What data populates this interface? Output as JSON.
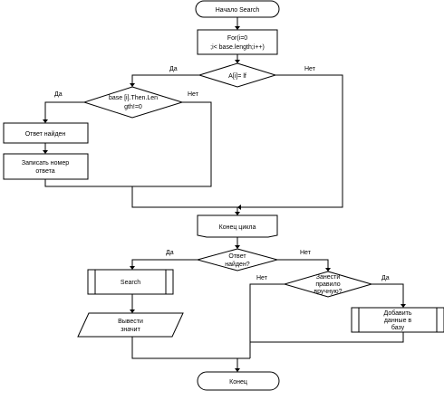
{
  "nodes": {
    "start": "Начало Search",
    "loop_line1": "For(i=0",
    "loop_line2": ";i< base.length;i++)",
    "cond_a": "A[i]= lf",
    "cond_base_line1": "base [i].Then.Len",
    "cond_base_line2": "gth!=0",
    "answer_found": "Ответ найден",
    "store_line1": "Записать номер",
    "store_line2": "ответа",
    "loop_end": "Конец цикла",
    "found_q_line1": "Ответ",
    "found_q_line2": "найден?",
    "search": "Search",
    "output_line1": "Вывести",
    "output_line2": "значит",
    "manual_line1": "Занести",
    "manual_line2": "правило",
    "manual_line3": "вручную?",
    "add_line1": "Добавить",
    "add_line2": "данные в",
    "add_line3": "базу",
    "end": "Конец"
  },
  "labels": {
    "yes": "Да",
    "no": "Нет"
  }
}
